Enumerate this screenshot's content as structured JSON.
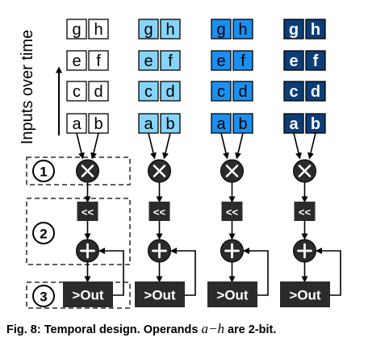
{
  "axis_label": "Inputs over time",
  "lane_colors": [
    {
      "fill": "#ffffff",
      "text": "#000000"
    },
    {
      "fill": "#86d4f7",
      "text": "#000000"
    },
    {
      "fill": "#1a8ff0",
      "text": "#000000"
    },
    {
      "fill": "#0b3e78",
      "text": "#ffffff"
    }
  ],
  "input_rows": [
    [
      "g",
      "h"
    ],
    [
      "e",
      "f"
    ],
    [
      "c",
      "d"
    ],
    [
      "a",
      "b"
    ]
  ],
  "multiply_symbol": "×",
  "shift_label": "<<",
  "add_symbol": "+",
  "out_label": ">Out",
  "stages": [
    "1",
    "2",
    "3"
  ],
  "caption": {
    "prefix": "Fig. 8: Temporal design. Operands ",
    "operand_start": "a",
    "dash": "−",
    "operand_end": "h",
    "suffix": " are 2-bit."
  },
  "icons": [
    "multiply-icon",
    "add-icon",
    "arrow-icon"
  ]
}
